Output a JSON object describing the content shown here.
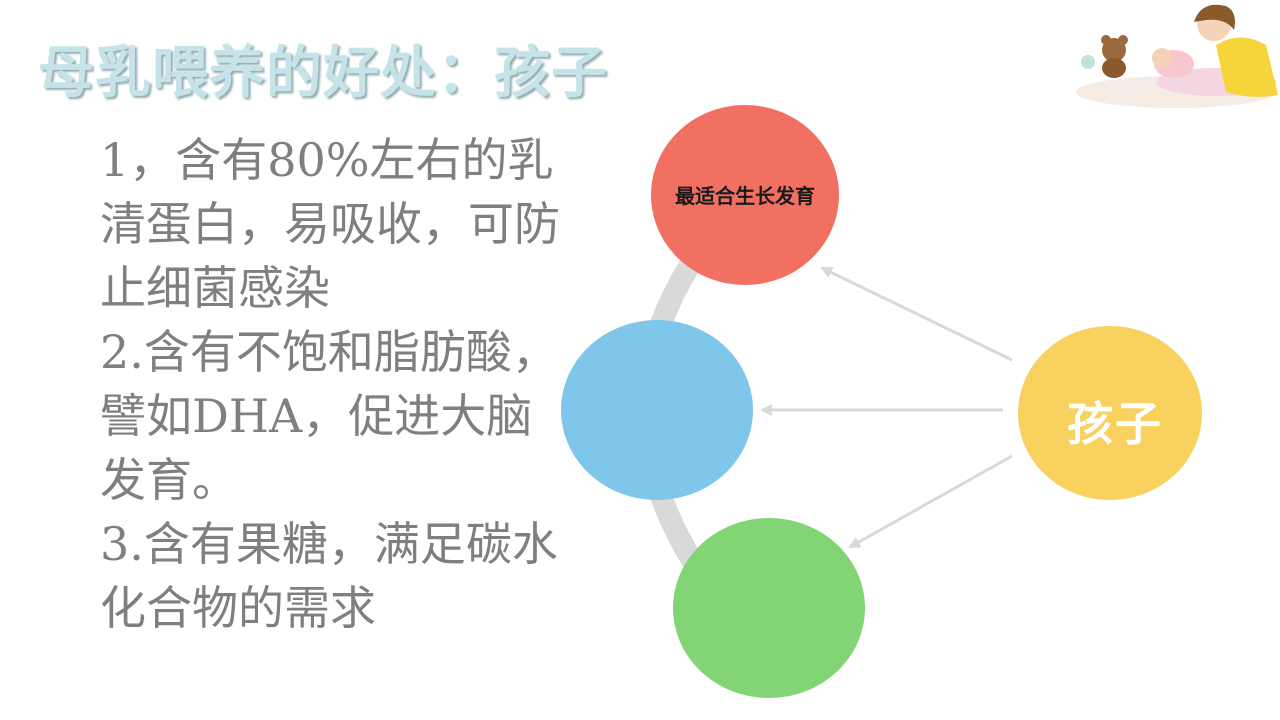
{
  "slide": {
    "title": "母乳喂养的好处：孩子",
    "points": [
      "1，含有80%左右的乳清蛋白，易吸收，可防止细菌感染",
      "2.含有不饱和脂肪酸，譬如DHA，促进大脑发育。",
      "3.含有果糖，满足碳水化合物的需求"
    ]
  },
  "diagram": {
    "center_label": "孩子",
    "top_label": "最适合生长发育",
    "colors": {
      "top_circle": "#f27062",
      "middle_circle": "#7ec6ea",
      "bottom_circle": "#82d474",
      "child_circle": "#f9d15e",
      "arc": "#d9d9d9",
      "arrow": "#d9d9d9"
    }
  },
  "decoration": {
    "icon": "mother-baby-illustration"
  }
}
